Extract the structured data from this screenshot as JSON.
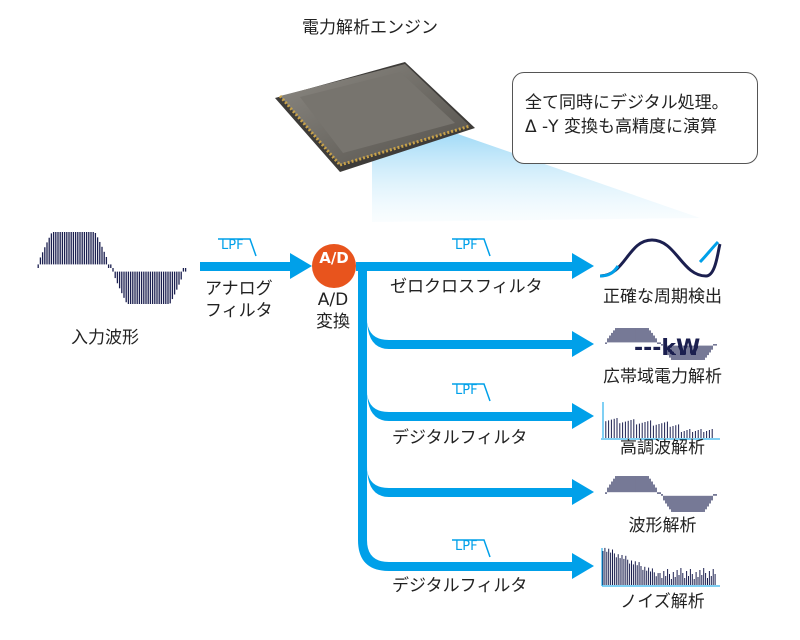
{
  "engine": {
    "title": "電力解析エンジン"
  },
  "note": {
    "line1": "全て同時にデジタル処理。",
    "line2": "Δ -Y 変換も高精度に演算"
  },
  "input": {
    "label": "入力波形"
  },
  "analog_filter": {
    "lpf": "LPF",
    "line1": "アナログ",
    "line2": "フィルタ"
  },
  "adc": {
    "badge": "A/D",
    "line1": "A/D",
    "line2": "変換"
  },
  "branches": [
    {
      "lpf": "LPF",
      "filter": "ゼロクロスフィルタ",
      "result": "正確な周期検出"
    },
    {
      "lpf": "",
      "filter": "",
      "result": "広帯域電力解析",
      "readout": "---kW"
    },
    {
      "lpf": "LPF",
      "filter": "デジタルフィルタ",
      "result": "高調波解析"
    },
    {
      "lpf": "",
      "filter": "",
      "result": "波形解析"
    },
    {
      "lpf": "LPF",
      "filter": "デジタルフィルタ",
      "result": "ノイズ解析"
    }
  ],
  "colors": {
    "arrow": "#00a0e9",
    "adc_badge": "#e8541d",
    "waveform": "#1b1f4f",
    "chip": "#6f6c66"
  }
}
